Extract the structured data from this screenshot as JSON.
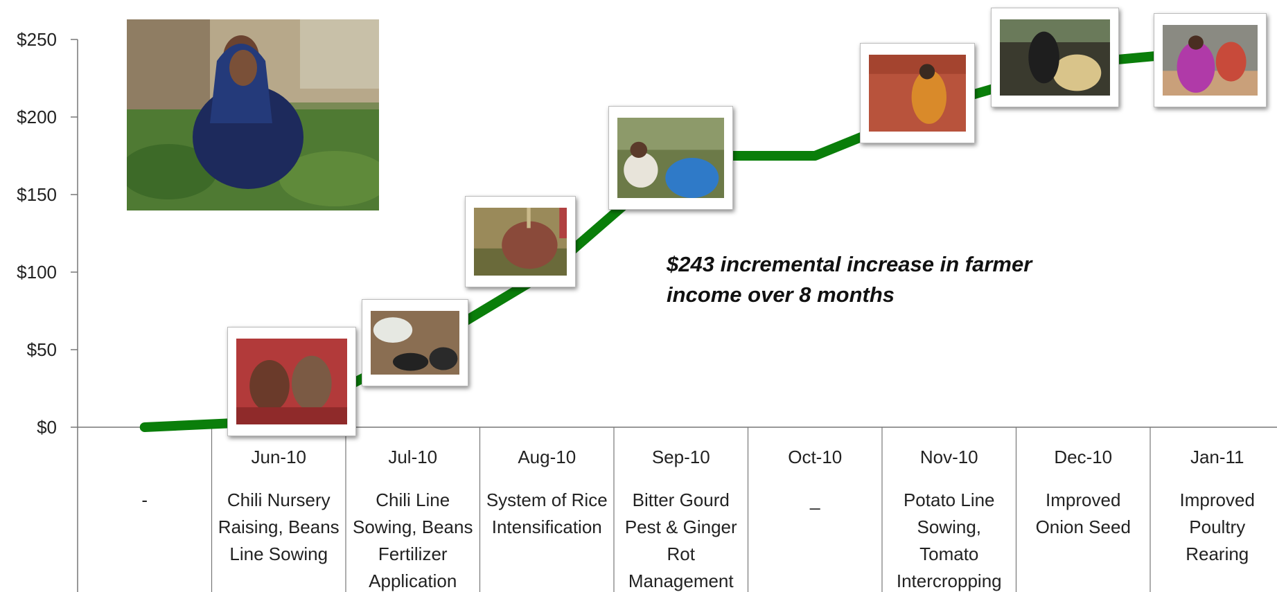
{
  "chart_data": {
    "type": "line",
    "categories": [
      "-",
      "Jun-10",
      "Jul-10",
      "Aug-10",
      "Sep-10",
      "Oct-10",
      "Nov-10",
      "Dec-10",
      "Jan-11"
    ],
    "activities": [
      [
        "-"
      ],
      [
        "Chili Nursery",
        "Raising, Beans",
        "Line Sowing"
      ],
      [
        "Chili Line",
        "Sowing, Beans",
        "Fertilizer",
        "Application"
      ],
      [
        "System of Rice",
        "Intensification"
      ],
      [
        "Bitter Gourd",
        "Pest & Ginger",
        "Rot",
        "Management"
      ],
      [
        "_"
      ],
      [
        "Potato Line",
        "Sowing,",
        "Tomato",
        "Intercropping"
      ],
      [
        "Improved",
        "Onion Seed"
      ],
      [
        "Improved",
        "Poultry",
        "Rearing"
      ]
    ],
    "series": [
      {
        "values": [
          0,
          4,
          48,
          100,
          175,
          175,
          210,
          235,
          243
        ]
      }
    ],
    "ylim": [
      0,
      250
    ],
    "yticks": [
      "$0",
      "$50",
      "$100",
      "$150",
      "$200",
      "$250"
    ],
    "ytick_values": [
      0,
      50,
      100,
      150,
      200,
      250
    ],
    "annotation": [
      "$243 incremental increase in farmer",
      "income over 8 months"
    ],
    "line_color": "#0a7e0a",
    "grid": false
  }
}
